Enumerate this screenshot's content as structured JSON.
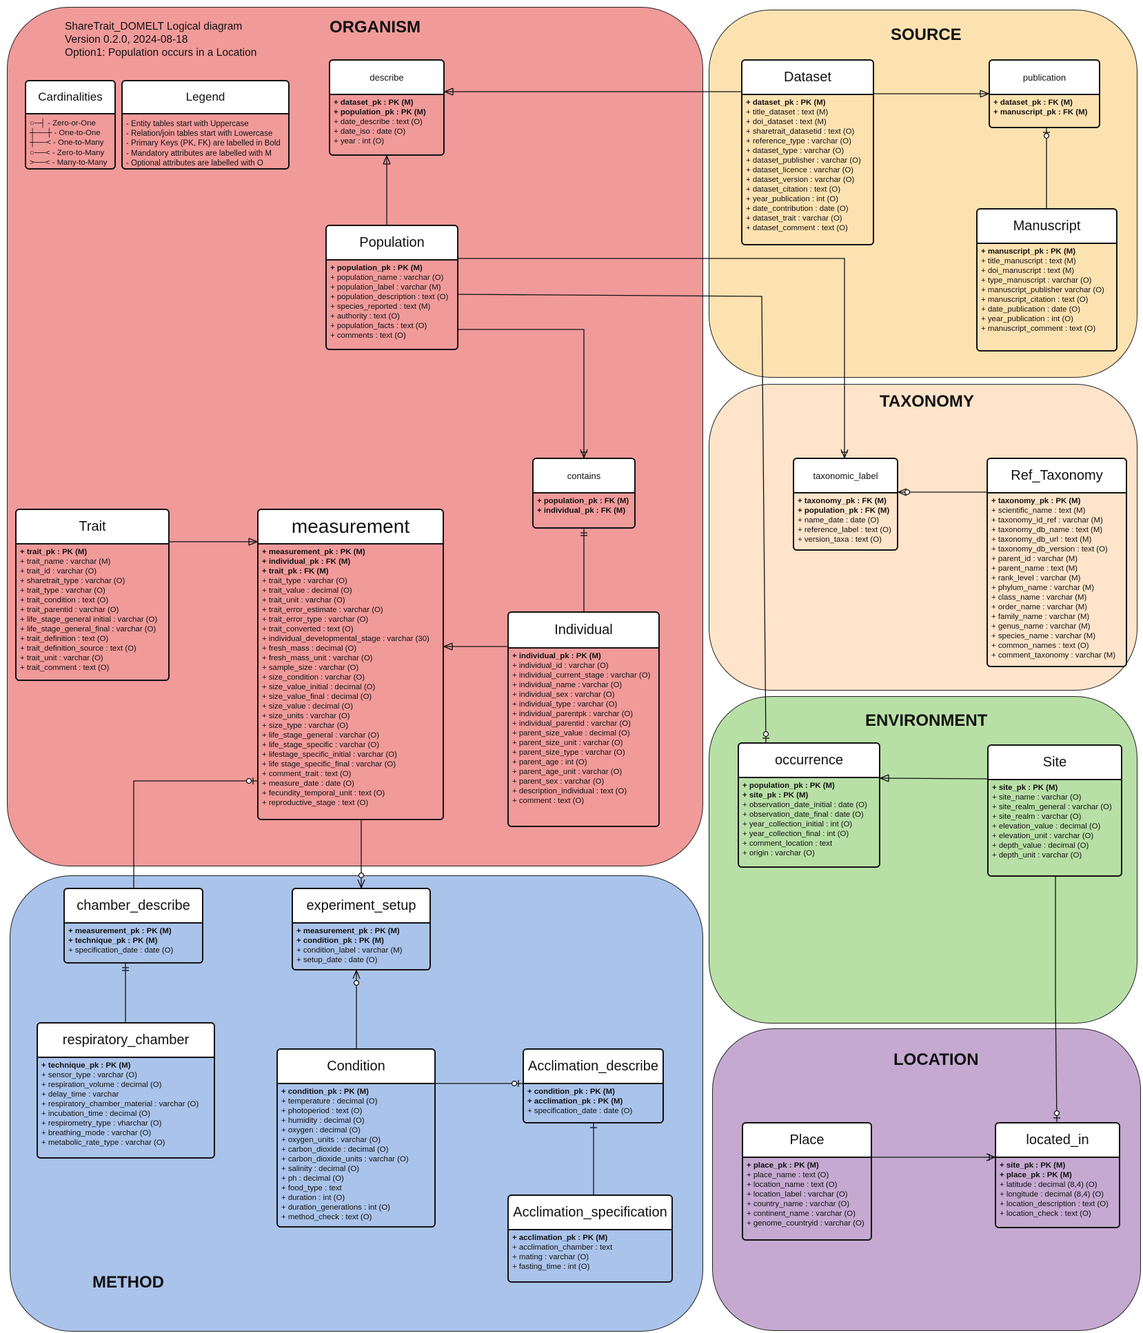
{
  "diagram_info": {
    "title_line": "ShareTrait_DOMELT Logical diagram",
    "version_line": "Version 0.2.0, 2024-08-18",
    "option_line": "Option1: Population occurs in a Location"
  },
  "regions": {
    "organism": "ORGANISM",
    "source": "SOURCE",
    "taxonomy": "TAXONOMY",
    "environment": "ENVIRONMENT",
    "location": "LOCATION",
    "method": "METHOD"
  },
  "colors": {
    "organism": "#f19a9a",
    "source": "#fde2b1",
    "taxonomy": "#fde4ca",
    "environment": "#b8e0a6",
    "location": "#c5a9d1",
    "method": "#aac3ea"
  },
  "cardinalities": {
    "title": "Cardinalities",
    "items": [
      "- Zero-or-One",
      "- One-to-One",
      "- One-to-Many",
      "- Zero-to-Many",
      "- Many-to-Many"
    ]
  },
  "legend": {
    "title": "Legend",
    "items": [
      "- Entity tables start with Uppercase",
      "- Relation/join tables start with Lowercase",
      "- Primary Keys (PK, FK) are labelled in Bold",
      "- Mandatory attributes are labelled with M",
      "- Optional attributes are labelled with O"
    ]
  },
  "entities": {
    "describe": {
      "name": "describe",
      "pk": [
        "+ dataset_pk : PK (M)",
        "+ population_pk : PK (M)"
      ],
      "attrs": [
        "+ date_describe : text (O)",
        "+ date_iso : date (O)",
        "+ year : int (O)"
      ]
    },
    "population": {
      "name": "Population",
      "pk": [
        "+ population_pk : PK (M)"
      ],
      "attrs": [
        "+ population_name : varchar (O)",
        "+ population_label : varchar (M)",
        "+ population_description : text (O)",
        "+ species_reported : text (M)",
        "+ authority : text (O)",
        "+ population_facts : text (O)",
        "+ comments : text (O)"
      ]
    },
    "contains": {
      "name": "contains",
      "pk": [
        "+ population_pk : FK (M)",
        "+ individual_pk : FK (M)"
      ],
      "attrs": []
    },
    "trait": {
      "name": "Trait",
      "pk": [
        "+ trait_pk : PK (M)"
      ],
      "attrs": [
        "+ trait_name : varchar (M)",
        "+ trait_id : varchar (O)",
        "+ sharetrait_type : varchar (O)",
        "+ trait_type : varchar (O)",
        "+ trait_condition : text (O)",
        "+ trait_parentid : varchar (O)",
        "+ life_stage_general initial : varchar (O)",
        "+ life_stage_general_final : varchar (O)",
        "+ trait_definition : text (O)",
        "+ trait_definition_source : text (O)",
        "+ trait_unit : varchar (O)",
        "+ trait_comment : text (O)"
      ]
    },
    "measurement": {
      "name": "measurement",
      "pk": [
        "+ measurement_pk : PK (M)",
        "+ individual_pk : FK (M)",
        "+ trait_pk : FK (M)"
      ],
      "attrs": [
        "+ trait_type : varchar (O)",
        "+ trait_value : decimal (O)",
        "+ trait_unit : varchar (O)",
        "+ trait_error_estimate : varchar (O)",
        "+ trait_error_type : varchar (O)",
        "+ trait_converted : text (O)",
        "+ individual_developmental_stage : varchar (30)",
        "+ fresh_mass : decimal (O)",
        "+ fresh_mass_unit : varchar (O)",
        "+ sample_size : varchar (O)",
        "+ size_condition : varchar (O)",
        "+ size_value_initial : decimal (O)",
        "+ size_value_final : decimal (O)",
        "+ size_value : decimal (O)",
        "+ size_units : varchar (O)",
        "+ size_type : varchar (O)",
        "+ life_stage_general : varchar (O)",
        "+ life_stage_specific : varchar (O)",
        "+ lifestage_specific_initial : varchar (O)",
        "+ life stage_specific_final : varchar  (O)",
        "+ comment_trait : text (O)",
        "+ measure_date : date (O)",
        "+ fecundity_temporal_unit : text (O)",
        "+ reproductive_stage : text (O)"
      ]
    },
    "individual": {
      "name": "Individual",
      "pk": [
        "+ individual_pk : PK (M)"
      ],
      "attrs": [
        "+ individual_id : varchar (O)",
        "+ individual_current_stage : varchar (O)",
        "+ individual_name : varchar (O)",
        "+ individual_sex : varchar (O)",
        "+ individual_type : varchar (O)",
        "+ individual_parentpk : varchar (O)",
        "+ individual_parentid : varchar (O)",
        "+ parent_size_value : decimal (O)",
        "+ parent_size_unit : varchar (O)",
        "+ parent_size_type : varchar (O)",
        "+ parent_age : int (O)",
        "+ parent_age_unit : varchar (O)",
        "+ parent_sex : varchar (O)",
        "+ description_individual : text (O)",
        "+ comment : text (O)"
      ]
    },
    "dataset": {
      "name": "Dataset",
      "pk": [
        "+ dataset_pk : PK (M)"
      ],
      "attrs": [
        "+ title_dataset : text (M)",
        "+ doi_dataset : text (M)",
        "+ sharetrait_datasetid : text (O)",
        "+ reference_type : varchar (O)",
        "+ dataset_type : varchar (O)",
        "+ dataset_publisher : varchar (O)",
        "+ dataset_licence : varchar (O)",
        "+ dataset_version : varchar (O)",
        "+ dataset_citation : text (O)",
        "+ year_publication : int (O)",
        "+ date_contribution : date (O)",
        "+ dataset_trait : varchar (O)",
        "+ dataset_comment : text (O)"
      ]
    },
    "publication": {
      "name": "publication",
      "pk": [
        "+ dataset_pk : FK (M)",
        "+ manuscript_pk : FK (M)"
      ],
      "attrs": []
    },
    "manuscript": {
      "name": "Manuscript",
      "pk": [
        "+ manuscript_pk : PK (M)"
      ],
      "attrs": [
        "+ title_manuscript : text (M)",
        "+ doi_manuscript : text (M)",
        "+ type_manuscript : varchar (O)",
        "+ manuscript_publisher varchar (O)",
        "+ manuscript_citation : text (O)",
        "+ date_publication : date (O)",
        "+ year_publication : int (O)",
        "+ manuscript_comment : text (O)"
      ]
    },
    "taxonomic_label": {
      "name": "taxonomic_label",
      "pk": [
        "+ taxonomy_pk : FK (M)",
        "+ population_pk : FK (M)"
      ],
      "attrs": [
        "+ name_date : date (O)",
        "+ reference_label : text (O)",
        "+ version_taxa : text (O)"
      ]
    },
    "ref_taxonomy": {
      "name": "Ref_Taxonomy",
      "pk": [
        "+ taxonomy_pk : PK (M)"
      ],
      "attrs": [
        "+ scientific_name : text (M)",
        "+ taxonomy_id_ref : varchar (M)",
        "+ taxonomy_db_name : text (M)",
        "+ taxonomy_db_url : text (M)",
        "+ taxonomy_db_version : text (O)",
        "+ parent_id : varchar (M)",
        "+ parent_name : text (M)",
        "+ rank_level : varchar (M)",
        "+ phylum_name : varchar (M)",
        "+ class_name : varchar (M)",
        "+ order_name : varchar (M)",
        "+ family_name : varchar (M)",
        "+ genus_name : varchar (M)",
        "+ species_name : varchar (M)",
        "+ common_names : text (O)",
        "+ comment_taxonomy : varchar (M)"
      ]
    },
    "occurrence": {
      "name": "occurrence",
      "pk": [
        "+ population_pk : PK (M)",
        "+ site_pk : PK (M)"
      ],
      "attrs": [
        "+ observation_date_initial : date (O)",
        "+ observation_date_final : date (O)",
        "+ year_collection_initial : int (O)",
        "+ year_collection_final : int (O)",
        "+ comment_location : text",
        "+ origin : varchar (O)"
      ]
    },
    "site": {
      "name": "Site",
      "pk": [
        "+ site_pk : PK (M)"
      ],
      "attrs": [
        "+ site_name : varchar (O)",
        "+ site_realm_general : varchar (O)",
        "+ site_realm : varchar (O)",
        "+ elevation_value : decimal (O)",
        "+ elevation_unit : varchar (O)",
        "+ depth_value : decimal (O)",
        "+ depth_unit : varchar (O)"
      ]
    },
    "place": {
      "name": "Place",
      "pk": [
        "+ place_pk : PK (M)"
      ],
      "attrs": [
        "+ place_name : text (O)",
        "+ location_name : text (O)",
        "+ location_label : varchar (O)",
        "+ country_name : varchar (O)",
        "+ continent_name : varchar (O)",
        "+ genome_countryid : varchar (O)"
      ]
    },
    "located_in": {
      "name": "located_in",
      "pk": [
        "+ site_pk : PK (M)",
        "+ place_pk : PK (M)"
      ],
      "attrs": [
        "+ latitude : decimal (8,4) (O)",
        "+ longitude : decimal (8,4) (O)",
        "+ location_description : text (O)",
        "+ location_check : text (O)"
      ]
    },
    "chamber_describe": {
      "name": "chamber_describe",
      "pk": [
        "+ measurement_pk : PK (M)",
        "+ technique_pk : PK (M)"
      ],
      "attrs": [
        "+ specification_date : date (O)"
      ]
    },
    "experiment_setup": {
      "name": "experiment_setup",
      "pk": [
        "+ measurement_pk : PK (M)",
        "+ condition_pk : PK (M)"
      ],
      "attrs": [
        "+ condition_label : varchar (M)",
        "+ setup_date : date (O)"
      ]
    },
    "respiratory_chamber": {
      "name": "respiratory_chamber",
      "pk": [
        "+ technique_pk : PK (M)"
      ],
      "attrs": [
        "+ sensor_type : varchar (O)",
        "+ respiration_volume : decimal (O)",
        "+ delay_time : varchar",
        "+ respiratory_chamber_material : varchar (O)",
        "+ incubation_time : decimal (O)",
        "+ respirometry_type : vharchar (O)",
        "+ breathing_mode : varchar (O)",
        "+ metabolic_rate_type : varchar (O)"
      ]
    },
    "condition": {
      "name": "Condition",
      "pk": [
        "+ condition_pk : PK (M)"
      ],
      "attrs": [
        "+ temperature : decimal (O)",
        "+ photoperiod : text (O)",
        "+ humidity : decimal (O)",
        "+ oxygen : decimal (O)",
        "+ oxygen_units : varchar (O)",
        "+ carbon_dioxide : decimal (O)",
        "+ carbon_dioxide_units : varchar (O)",
        "+ salinity : decimal (O)",
        "+ ph : decimal (O)",
        "+ food_type : text",
        "+ duration : int (O)",
        "+ duration_generations : int (O)",
        "+ method_check : text (O)"
      ]
    },
    "acclimation_describe": {
      "name": "Acclimation_describe",
      "pk": [
        "+ condition_pk : PK (M)",
        "+ acclimation_pk : PK (M)"
      ],
      "attrs": [
        "+ specification_date : date (O)"
      ]
    },
    "acclimation_specification": {
      "name": "Acclimation_specification",
      "pk": [
        "+ acclimation_pk : PK (M)"
      ],
      "attrs": [
        "+ acclimation_chamber : text",
        "+ mating : varchar (O)",
        "+ fasting_time : int (O)"
      ]
    }
  }
}
